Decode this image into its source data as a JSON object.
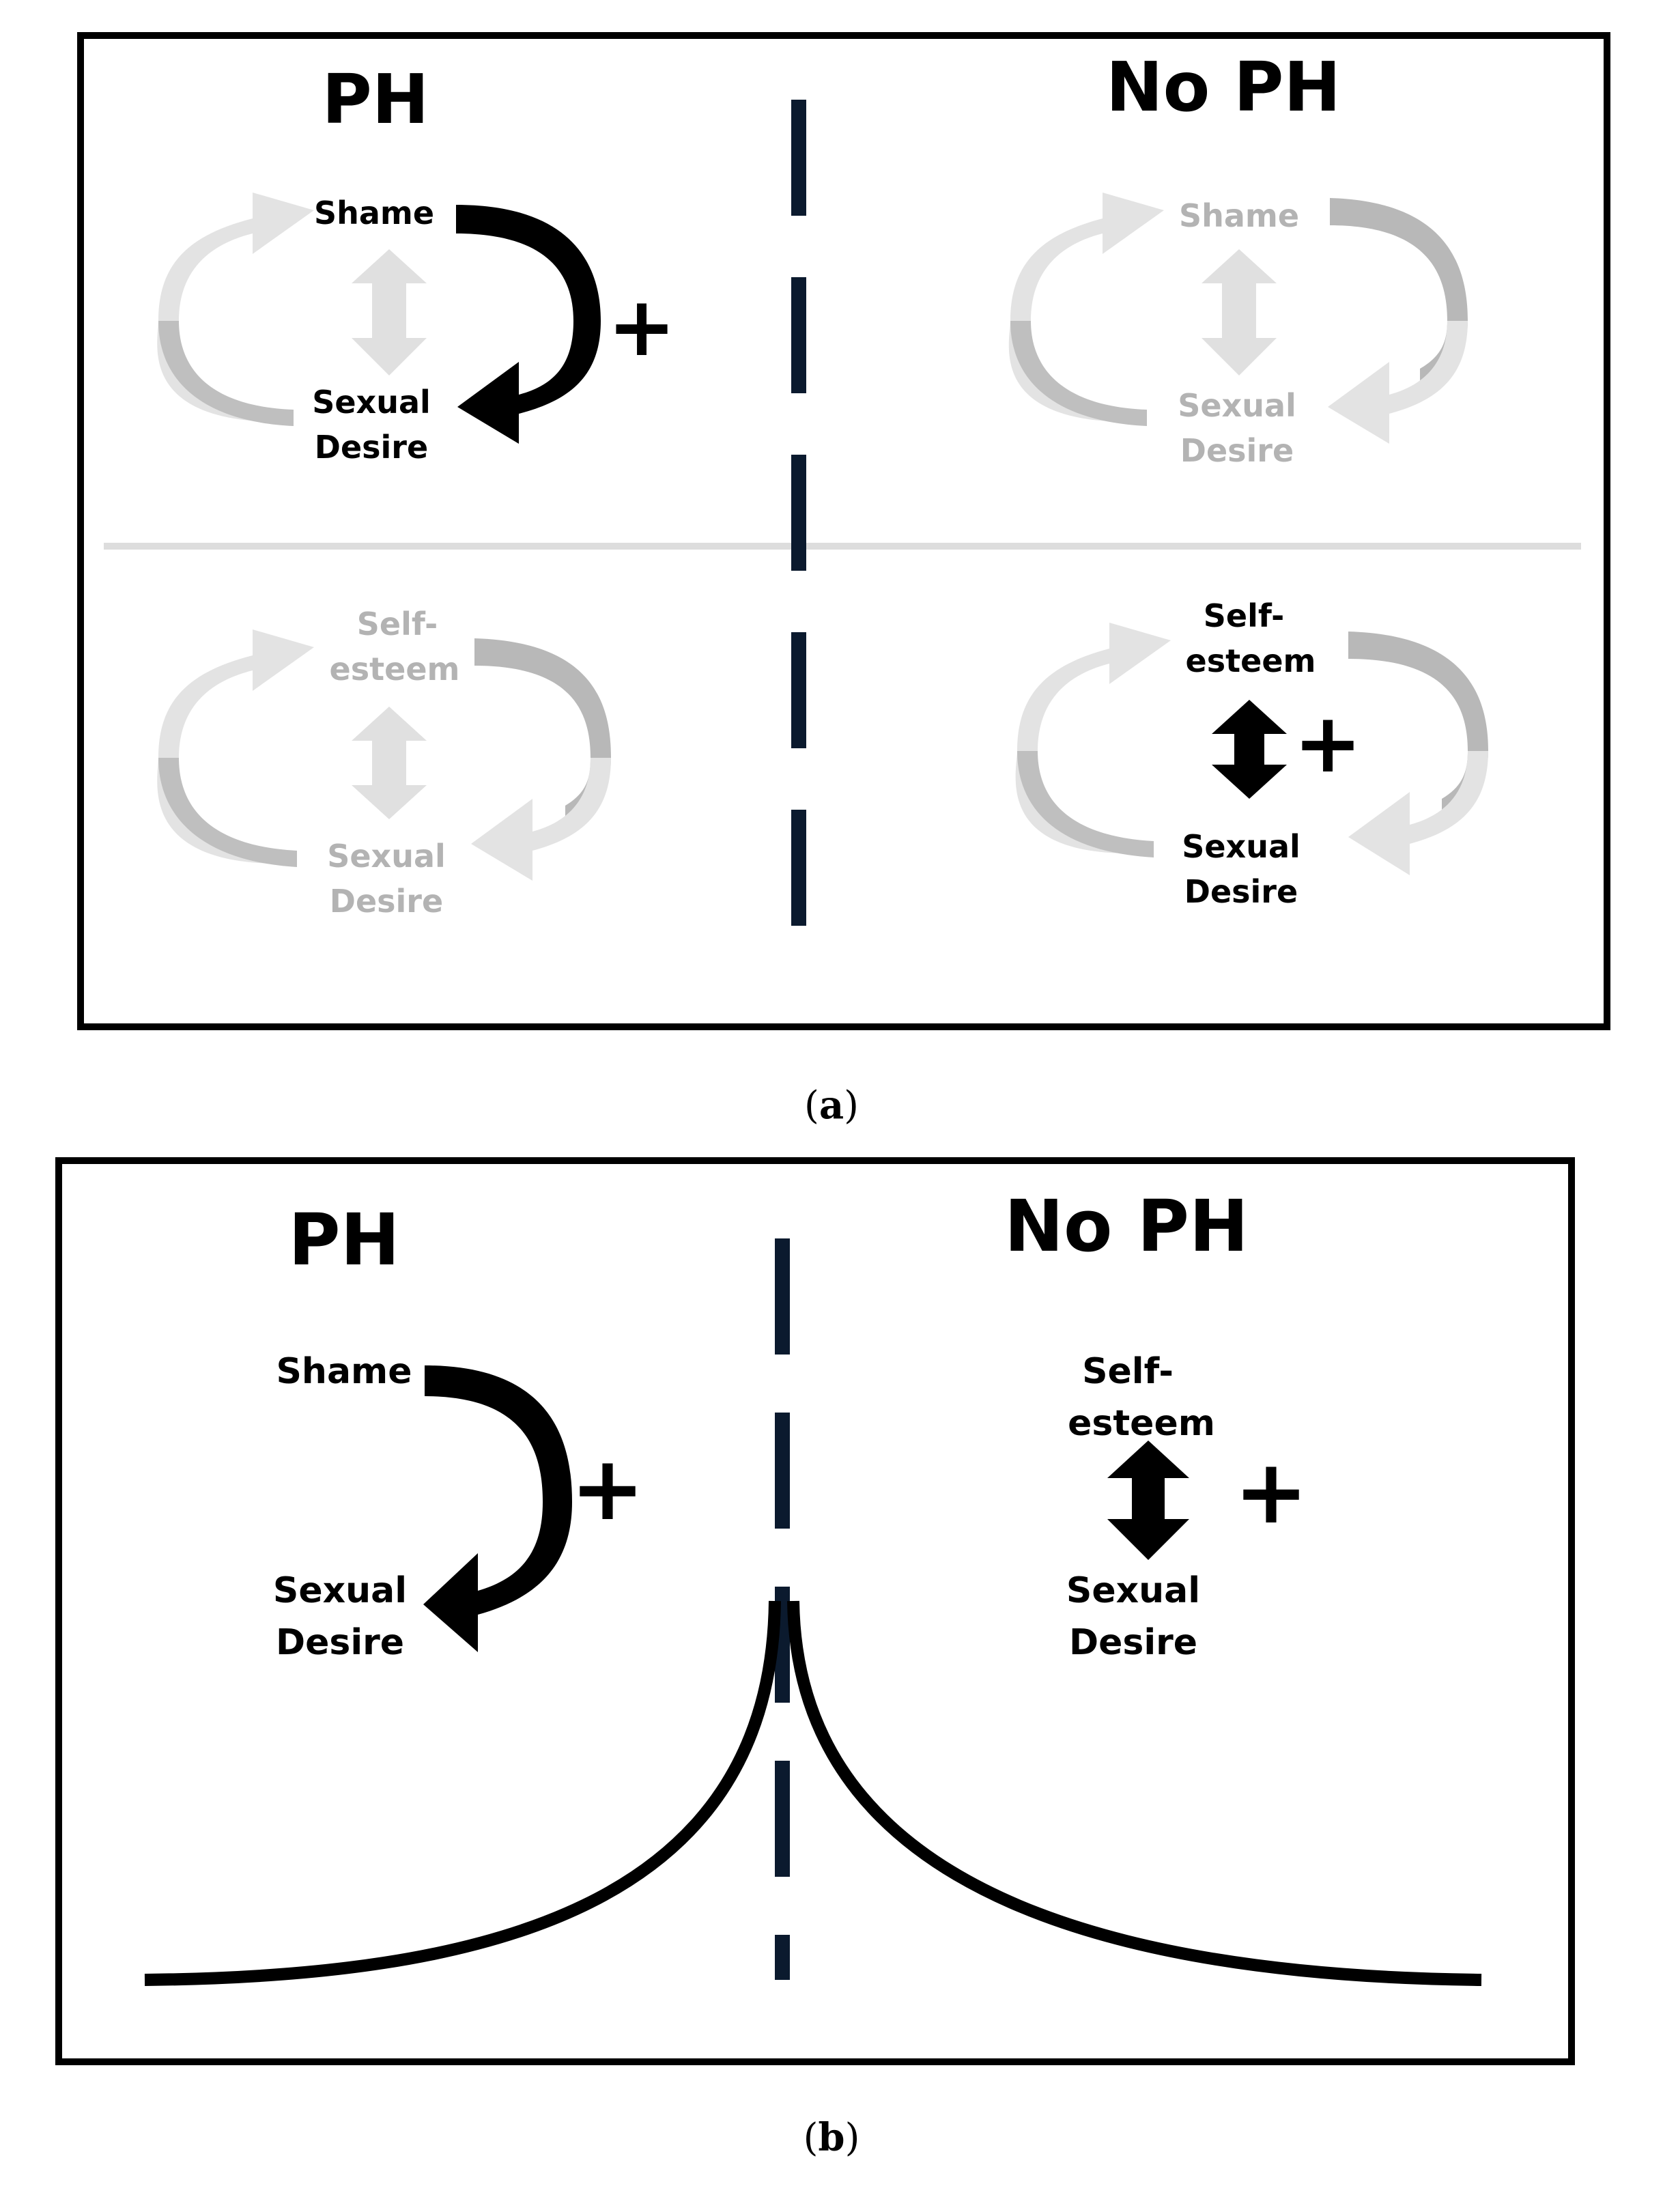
{
  "panel_a": {
    "caption_open": "(",
    "caption_letter": "a",
    "caption_close": ")",
    "left_header": "PH",
    "right_header": "No PH",
    "quadrants": {
      "top_left": {
        "top_label": "Shame",
        "bottom_label_1": "Sexual",
        "bottom_label_2": "Desire",
        "sign": "+"
      },
      "top_right": {
        "top_label": "Shame",
        "bottom_label_1": "Sexual",
        "bottom_label_2": "Desire"
      },
      "bottom_left": {
        "top_label_1": "Self-",
        "top_label_2": "esteem",
        "bottom_label_1": "Sexual",
        "bottom_label_2": "Desire"
      },
      "bottom_right": {
        "top_label_1": "Self-",
        "top_label_2": "esteem",
        "bottom_label_1": "Sexual",
        "bottom_label_2": "Desire",
        "sign": "+"
      }
    }
  },
  "panel_b": {
    "caption_open": "(",
    "caption_letter": "b",
    "caption_close": ")",
    "left_header": "PH",
    "right_header": "No PH",
    "left_group": {
      "top_label": "Shame",
      "bottom_label_1": "Sexual",
      "bottom_label_2": "Desire",
      "sign": "+"
    },
    "right_group": {
      "top_label_1": "Self-",
      "top_label_2": "esteem",
      "bottom_label_1": "Sexual",
      "bottom_label_2": "Desire",
      "sign": "+"
    }
  },
  "colors": {
    "active": "#000000",
    "faded_light": "#e3e3e3",
    "faded_mid": "#b8b8b8",
    "faded_text": "#b3b3b3",
    "divider": "#0b1a2e",
    "separator": "#dddddd"
  }
}
